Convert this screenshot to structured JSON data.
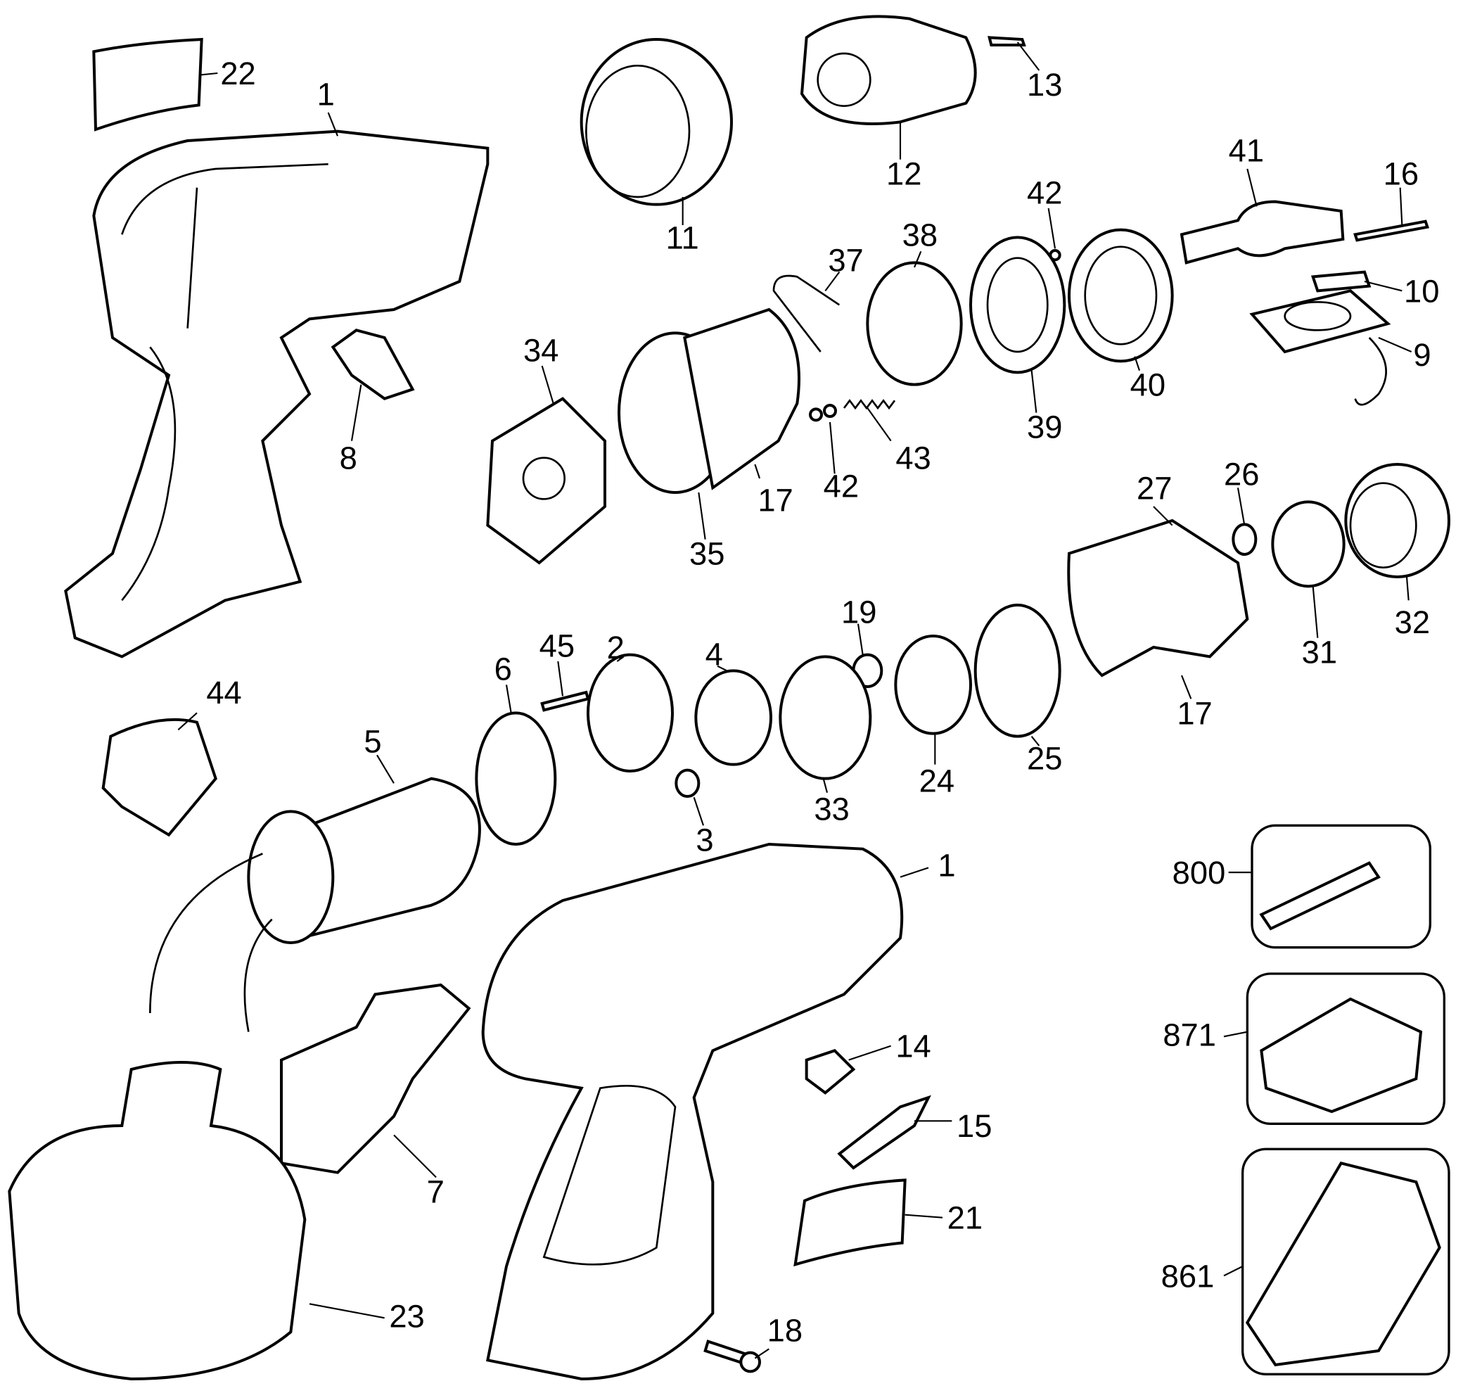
{
  "diagram": {
    "type": "exploded parts diagram",
    "line_color": "#000000",
    "background": "#ffffff",
    "callouts": [
      "22",
      "1",
      "11",
      "12",
      "13",
      "41",
      "16",
      "42",
      "38",
      "37",
      "10",
      "9",
      "40",
      "39",
      "43",
      "42",
      "17",
      "34",
      "35",
      "8",
      "27",
      "26",
      "32",
      "31",
      "19",
      "17",
      "25",
      "24",
      "33",
      "4",
      "2",
      "45",
      "6",
      "3",
      "44",
      "5",
      "1",
      "800",
      "871",
      "861",
      "14",
      "15",
      "7",
      "21",
      "23",
      "18"
    ]
  }
}
